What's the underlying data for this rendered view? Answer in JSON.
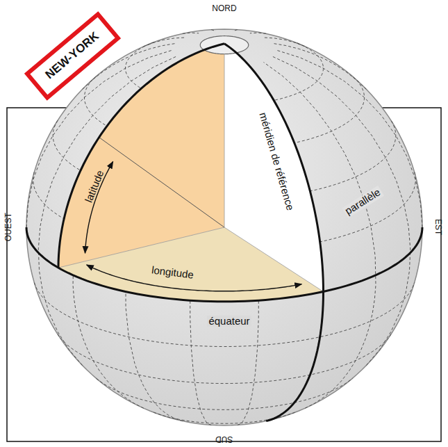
{
  "diagram": {
    "nodes": [
      {
        "text": [
          "NEW-YORK"
        ]
      }
    ],
    "labels": [
      "NORD",
      "SUD",
      "OUEST",
      "EST",
      "latitude",
      "longitude",
      "méridien de référence",
      "parallèle",
      "équateur"
    ]
  }
}
